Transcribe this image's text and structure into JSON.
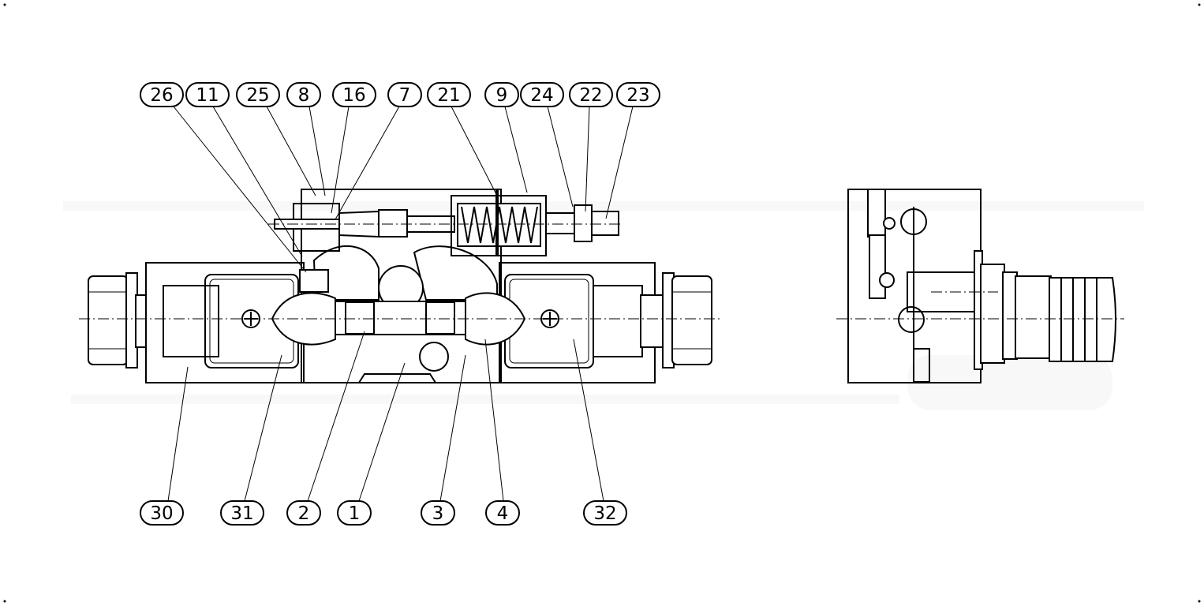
{
  "drawing": {
    "top_labels": [
      "26",
      "11",
      "25",
      "8",
      "16",
      "7",
      "21",
      "9",
      "24",
      "22",
      "23"
    ],
    "bottom_labels": [
      "30",
      "31",
      "2",
      "1",
      "3",
      "4",
      "32"
    ]
  }
}
